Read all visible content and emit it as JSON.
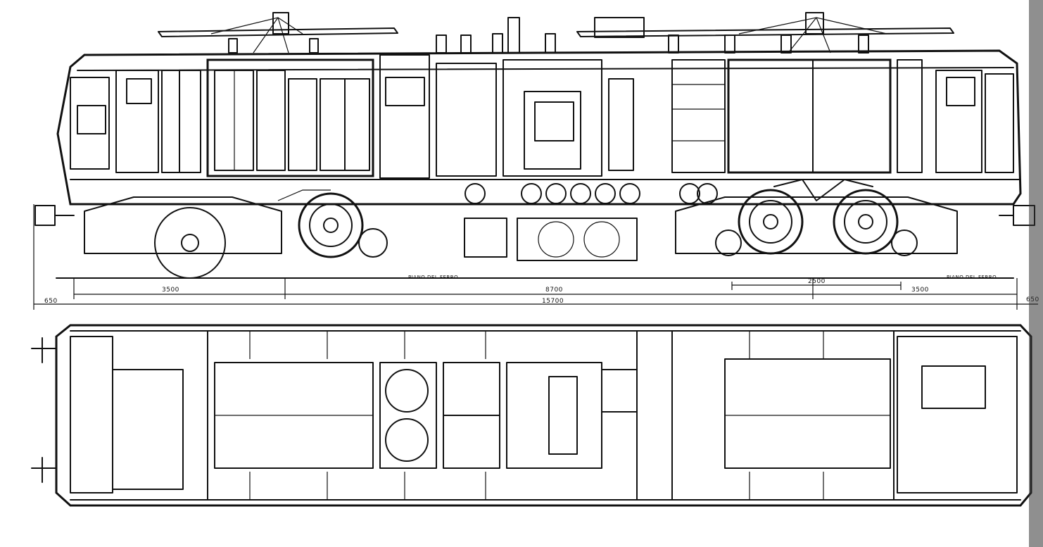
{
  "dimensions": {
    "left_overhang": "650",
    "bogie_wheelbase_left": "3500",
    "bogie_centres": "8700",
    "bogie_wheelbase_right_inner": "2500",
    "bogie_wheelbase_right": "3500",
    "overall_length": "15700",
    "right_overhang": "650"
  },
  "labels": {
    "rail_level_left": "PIANO DEL FERRO",
    "rail_level_right": "PIANO DEL FERRO"
  }
}
